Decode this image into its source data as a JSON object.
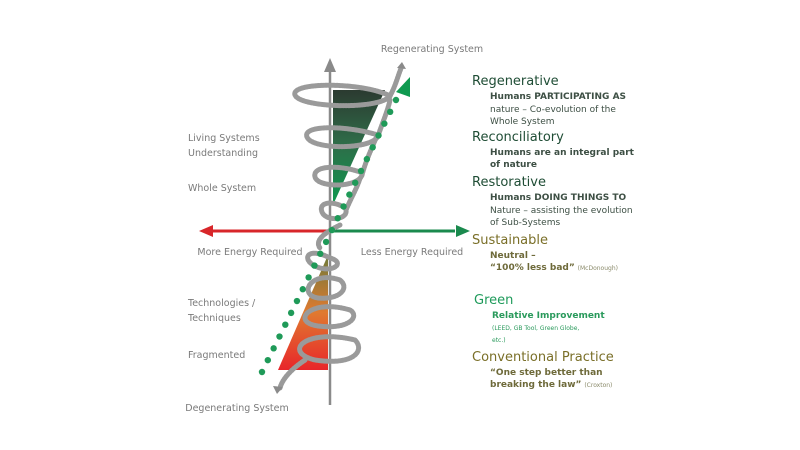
{
  "axes": {
    "top": "Regenerating System",
    "bottom": "Degenerating System",
    "left": "More Energy Required",
    "right": "Less Energy Required"
  },
  "left_labels": [
    "Living Systems\nUnderstanding",
    "Whole System",
    "Technologies /\nTechniques",
    "Fragmented"
  ],
  "categories": [
    {
      "title": "Regenerative",
      "line1": "Humans PARTICIPATING AS",
      "line2": "nature – Co-evolution of the\nWhole System",
      "note": ""
    },
    {
      "title": "Reconciliatory",
      "line1": "Humans are an integral part\nof nature",
      "line2": "",
      "note": ""
    },
    {
      "title": "Restorative",
      "line1": "Humans DOING THINGS TO",
      "line2": "Nature – assisting the evolution\nof Sub-Systems",
      "note": ""
    },
    {
      "title": "Sustainable",
      "line1": "Neutral –\n“100% less bad”",
      "line2": "",
      "note": "(McDonough)"
    },
    {
      "title": "Green",
      "line1": "Relative Improvement",
      "line2": "",
      "note": "(LEED, GB Tool, Green Globe,\netc.)"
    },
    {
      "title": "Conventional Practice",
      "line1": "“One step better than\nbreaking the law”",
      "line2": "",
      "note": "(Croxton)"
    }
  ],
  "colors": {
    "green_arrow": "#1a8a4e",
    "red_arrow": "#d8262a",
    "axis_gray": "#8a8a8a",
    "spiral_gray": "#9a9a9a",
    "dots": "#1f9a58"
  }
}
